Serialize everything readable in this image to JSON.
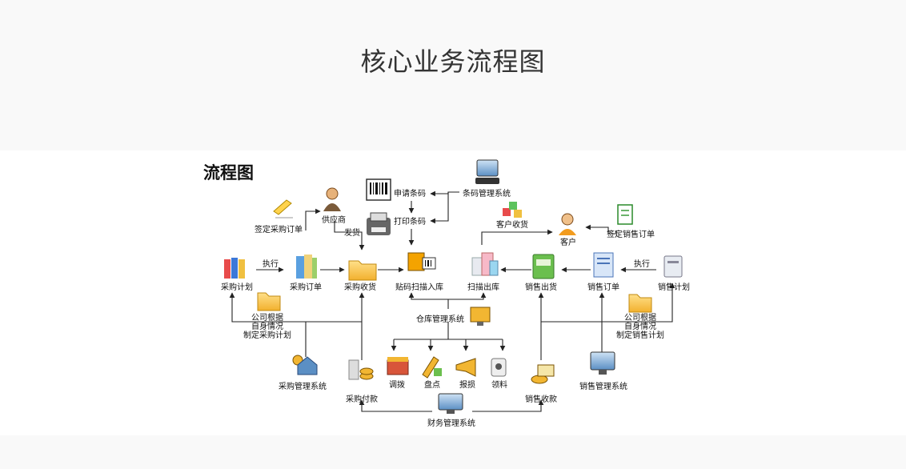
{
  "page": {
    "title": "核心业务流程图"
  },
  "diagram": {
    "heading": "流程图",
    "labels": {
      "apply_barcode": "申请条码",
      "barcode_system": "条码管理系统",
      "print_barcode": "打印条码",
      "supplier": "供应商",
      "ship": "发货",
      "sign_po": "签定采购订单",
      "customer_receive": "客户收货",
      "customer": "客户",
      "sign_so": "签定销售订单",
      "exec_left": "执行",
      "exec_right": "执行",
      "purchase_plan": "采购计划",
      "purchase_order": "采购订单",
      "purchase_receive": "采购收货",
      "scan_in": "贴码扫描入库",
      "scan_out": "扫描出库",
      "sales_out": "销售出货",
      "sales_order": "销售订单",
      "sales_plan": "销售计划",
      "company_basis_l1": "公司根据",
      "company_basis_l2": "自身情况",
      "company_basis_l3": "制定采购计划",
      "company_basis_r1": "公司根据",
      "company_basis_r2": "自身情况",
      "company_basis_r3": "制定销售计划",
      "warehouse_system": "仓库管理系统",
      "purchase_system": "采购管理系统",
      "purchase_payment": "采购付款",
      "transfer": "调拨",
      "inventory": "盘点",
      "report_loss": "报损",
      "requisition": "领料",
      "sales_collection": "销售收款",
      "sales_system": "销售管理系统",
      "finance_system": "财务管理系统"
    }
  }
}
